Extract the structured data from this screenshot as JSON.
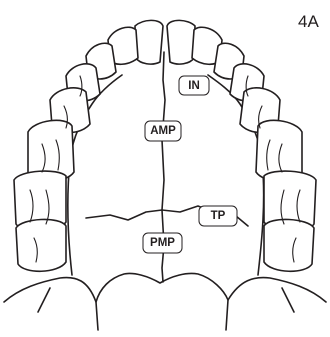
{
  "panel_label": "4A",
  "labels": {
    "in": "IN",
    "amp": "AMP",
    "tp": "TP",
    "pmp": "PMP"
  }
}
